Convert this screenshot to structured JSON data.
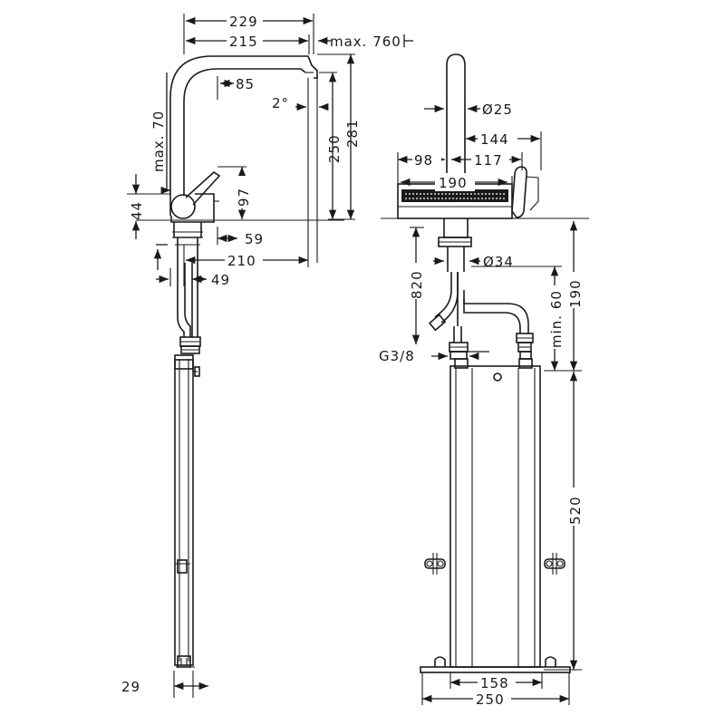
{
  "dims": {
    "w229": "229",
    "w215": "215",
    "max760": "max. 760",
    "d85": "85",
    "max70": "max. 70",
    "angle2": "2°",
    "h250": "250",
    "h281": "281",
    "h97": "97",
    "h44": "44",
    "d59": "59",
    "d210": "210",
    "d49": "49",
    "d29": "29",
    "dia25": "Ø25",
    "d144": "144",
    "d98": "98",
    "d117": "117",
    "d190w": "190",
    "dia34": "Ø34",
    "h820": "820",
    "min60": "min. 60",
    "h190": "190",
    "g38": "G3/8",
    "h520": "520",
    "d158": "158",
    "d250": "250"
  },
  "arrows": {
    "w229": [
      [
        205,
        23
      ],
      [
        345,
        23
      ]
    ],
    "w215": [
      [
        205,
        45
      ],
      [
        340,
        45
      ]
    ],
    "d85": [
      [
        243,
        92
      ],
      [
        258,
        92
      ]
    ],
    "d59": [
      [
        240,
        263
      ],
      [
        262,
        263
      ]
    ],
    "d210": [
      [
        205,
        287
      ],
      [
        340,
        287
      ]
    ],
    "d49": [
      [
        212,
        308
      ],
      [
        228,
        308
      ]
    ],
    "d29": [
      [
        192,
        757
      ],
      [
        230,
        757
      ]
    ],
    "d144": [
      [
        514,
        153
      ],
      [
        596,
        153
      ]
    ],
    "d117": [
      [
        498,
        176
      ],
      [
        575,
        176
      ]
    ],
    "d190w": [
      [
        442,
        201
      ],
      [
        560,
        201
      ]
    ],
    "d158": [
      [
        497,
        753
      ],
      [
        598,
        753
      ]
    ],
    "d250": [
      [
        466,
        771
      ],
      [
        628,
        771
      ]
    ],
    "h250": [
      [
        367,
        80
      ],
      [
        367,
        242
      ]
    ],
    "h281": [
      [
        387,
        60
      ],
      [
        387,
        242
      ]
    ],
    "h97": [
      [
        267,
        184
      ],
      [
        267,
        242
      ]
    ],
    "h820": [
      [
        459,
        251
      ],
      [
        459,
        380
      ]
    ],
    "h190": [
      [
        633,
        244
      ],
      [
        633,
        409
      ]
    ],
    "h520": [
      [
        633,
        410
      ],
      [
        633,
        739
      ]
    ],
    "min60": [
      [
        612,
        294
      ],
      [
        612,
        409
      ]
    ]
  }
}
